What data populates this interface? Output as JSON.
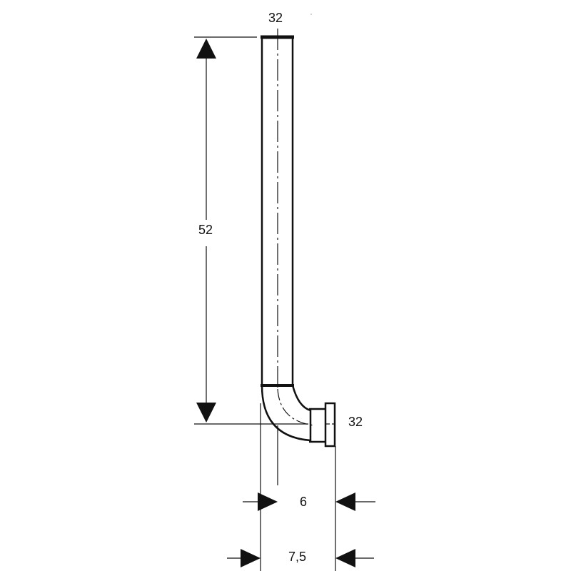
{
  "drawing": {
    "type": "technical drawing of a bent pipe (vertical pipe with elbow outlet)",
    "dimensions": {
      "top_diameter": "32",
      "height": "52",
      "outlet_diameter": "32",
      "offset_inner": "6",
      "offset_outer": "7,5"
    },
    "colors": {
      "line": "#111111",
      "background": "#ffffff"
    }
  }
}
